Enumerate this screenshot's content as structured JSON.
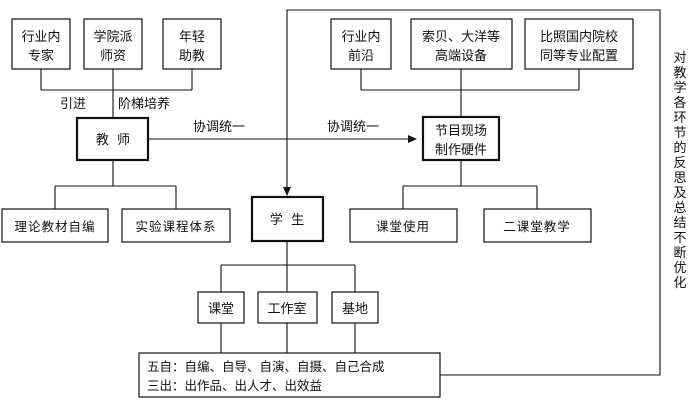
{
  "nodes": {
    "industry_experts": {
      "lines": [
        "行业内",
        "专家"
      ]
    },
    "college_teachers": {
      "lines": [
        "学院派",
        "师资"
      ]
    },
    "young_assistants": {
      "lines": [
        "年轻",
        "助教"
      ]
    },
    "industry_frontier": {
      "lines": [
        "行业内",
        "前沿"
      ]
    },
    "high_end_equipment": {
      "lines": [
        "索贝、大洋等",
        "高端设备"
      ]
    },
    "domestic_config": {
      "lines": [
        "比照国内院校",
        "同等专业配置"
      ]
    },
    "teacher": {
      "label": "教  师"
    },
    "program_hardware": {
      "lines": [
        "节目现场",
        "制作硬件"
      ]
    },
    "student": {
      "label": "学  生"
    },
    "theory_textbook": {
      "label": "理论教材自编"
    },
    "experiment_system": {
      "label": "实验课程体系"
    },
    "classroom_use": {
      "label": "课堂使用"
    },
    "second_classroom": {
      "label": "二课堂教学"
    },
    "classroom": {
      "label": "课堂"
    },
    "studio": {
      "label": "工作室"
    },
    "base": {
      "label": "基地"
    },
    "outcomes": {
      "line1": "五自：自编、自导、自演、自摄、自己合成",
      "line2": "三出：出作品、出人才、出效益"
    }
  },
  "edge_labels": {
    "introduce": "引进",
    "echelon_training": "阶梯培养",
    "coordinate_left": "协调统一",
    "coordinate_right": "协调统一"
  },
  "side_note": "对教学各环节的反思及总结不断优化"
}
